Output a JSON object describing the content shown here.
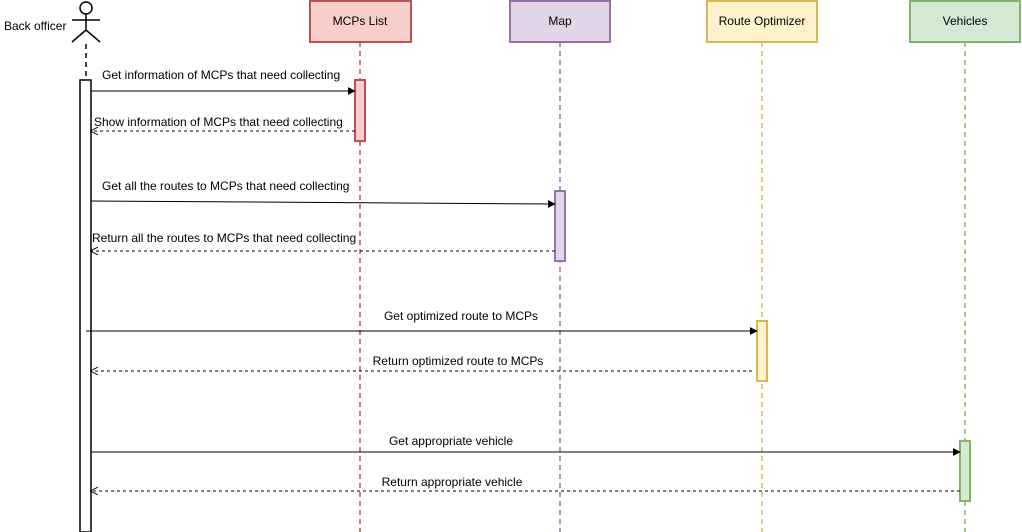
{
  "actor": {
    "label": "Back officer",
    "icon": "stick-figure-icon"
  },
  "participants": [
    {
      "id": "mcps",
      "label": "MCPs List",
      "fill": "#f8cecc",
      "stroke": "#b85450"
    },
    {
      "id": "map",
      "label": "Map",
      "fill": "#e1d5e7",
      "stroke": "#9673a6"
    },
    {
      "id": "route",
      "label": "Route Optimizer",
      "fill": "#fff2cc",
      "stroke": "#d6b656"
    },
    {
      "id": "vehicles",
      "label": "Vehicles",
      "fill": "#d5e8d4",
      "stroke": "#82b366"
    }
  ],
  "messages": [
    {
      "from": "actor",
      "to": "mcps",
      "type": "call",
      "label": "Get information of MCPs that need collecting"
    },
    {
      "from": "mcps",
      "to": "actor",
      "type": "return",
      "label": "Show information of MCPs that need collecting"
    },
    {
      "from": "actor",
      "to": "map",
      "type": "call",
      "label": "Get all the routes to MCPs that need collecting"
    },
    {
      "from": "map",
      "to": "actor",
      "type": "return",
      "label": "Return all the routes to MCPs that need collecting"
    },
    {
      "from": "actor",
      "to": "route",
      "type": "call",
      "label": "Get optimized route to MCPs"
    },
    {
      "from": "route",
      "to": "actor",
      "type": "return",
      "label": "Return optimized route to MCPs"
    },
    {
      "from": "actor",
      "to": "vehicles",
      "type": "call",
      "label": "Get appropriate vehicle"
    },
    {
      "from": "vehicles",
      "to": "actor",
      "type": "return",
      "label": "Return appropriate vehicle"
    }
  ]
}
